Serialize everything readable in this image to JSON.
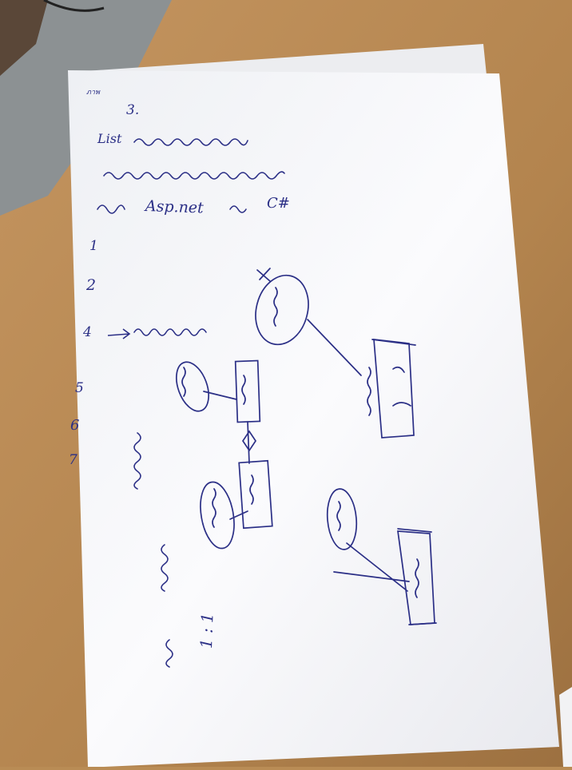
{
  "note": {
    "corner_mark": "ภาพ",
    "heading_number": "3.",
    "line_list": "List",
    "line_stack": "Asp.net",
    "line_lang": "C#",
    "numbers": [
      "1",
      "2",
      "4",
      "5",
      "6",
      "7"
    ],
    "ratio": "1 : 1"
  },
  "colors": {
    "ink": "#2b2f86",
    "paper": "#fbfbfd",
    "desk": "#b98c55"
  }
}
